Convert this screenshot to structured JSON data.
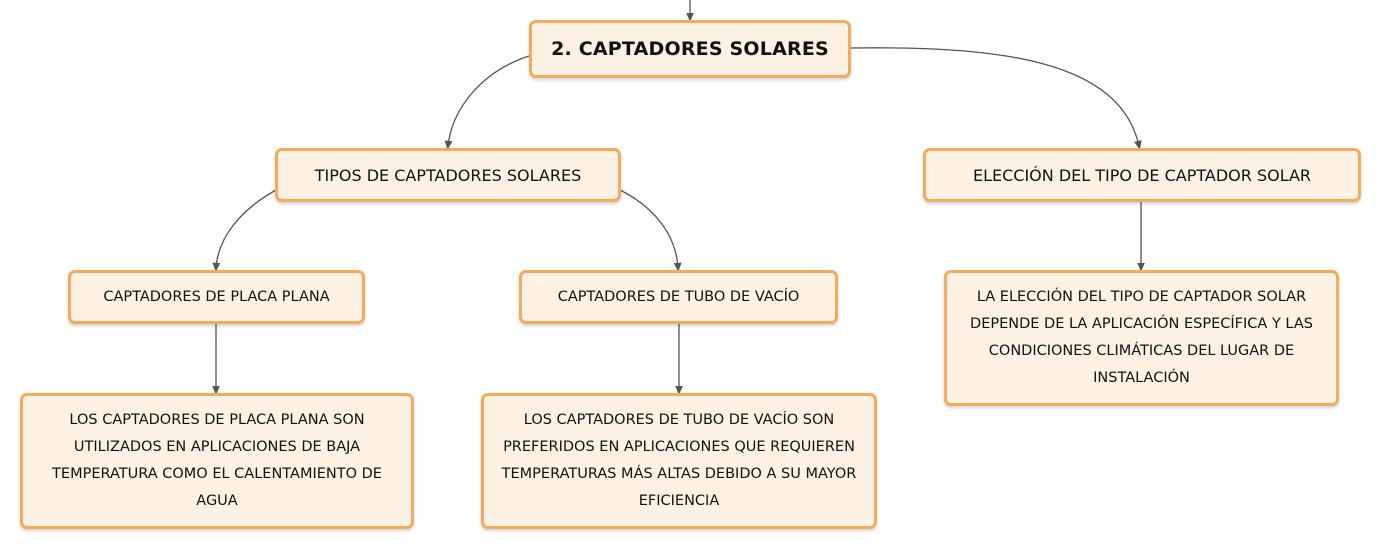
{
  "diagram": {
    "root": {
      "label": "2. CAPTADORES SOLARES"
    },
    "tipos": {
      "label": "TIPOS DE CAPTADORES SOLARES"
    },
    "eleccion": {
      "label": "ELECCIÓN DEL TIPO DE CAPTADOR SOLAR"
    },
    "placa_plana": {
      "label": "CAPTADORES DE PLACA PLANA"
    },
    "tubo_vacio": {
      "label": "CAPTADORES DE TUBO DE VACÍO"
    },
    "placa_plana_desc": {
      "label": "LOS CAPTADORES DE PLACA PLANA SON UTILIZADOS EN APLICACIONES DE BAJA TEMPERATURA COMO EL CALENTAMIENTO DE AGUA"
    },
    "tubo_vacio_desc": {
      "label": "LOS CAPTADORES DE TUBO DE VACÍO SON PREFERIDOS EN APLICACIONES QUE REQUIEREN TEMPERATURAS MÁS ALTAS DEBIDO A SU MAYOR EFICIENCIA"
    },
    "eleccion_desc": {
      "label": "LA ELECCIÓN DEL TIPO DE CAPTADOR SOLAR DEPENDE DE LA APLICACIÓN ESPECÍFICA Y LAS CONDICIONES CLIMÁTICAS DEL LUGAR DE INSTALACIÓN"
    },
    "colors": {
      "node_fill": "#fdf1e4",
      "node_border": "#f2ac5c",
      "connector": "#555555"
    }
  }
}
